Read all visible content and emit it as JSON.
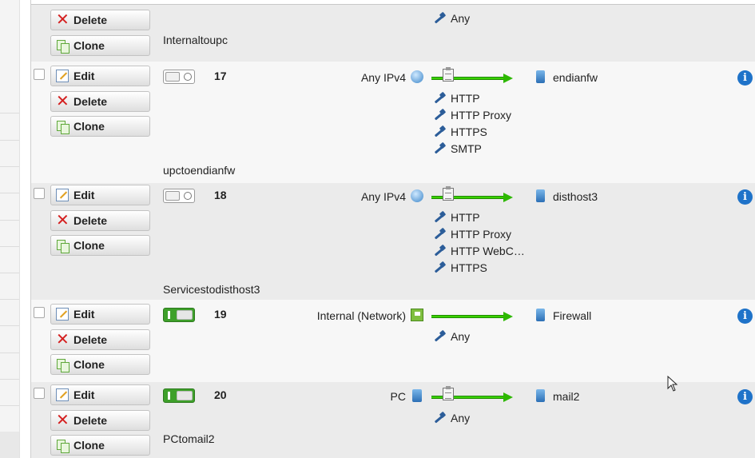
{
  "buttons": {
    "edit": "Edit",
    "delete": "Delete",
    "clone": "Clone"
  },
  "top_partial": {
    "service": "Any",
    "name": "Internaltoupc"
  },
  "rows": [
    {
      "number": "17",
      "enabled": false,
      "source": "Any IPv4",
      "source_icon": "globe-icon",
      "destination": "endianfw",
      "services": [
        "HTTP",
        "HTTP Proxy",
        "HTTPS",
        "SMTP"
      ],
      "name": "upctoendianfw"
    },
    {
      "number": "18",
      "enabled": false,
      "source": "Any IPv4",
      "source_icon": "globe-icon",
      "destination": "disthost3",
      "services": [
        "HTTP",
        "HTTP Proxy",
        "HTTP WebC…",
        "HTTPS"
      ],
      "name": "Servicestodisthost3"
    },
    {
      "number": "19",
      "enabled": true,
      "source": "Internal (Network)",
      "source_icon": "network-flag-icon",
      "destination": "Firewall",
      "services": [
        "Any"
      ],
      "name": ""
    },
    {
      "number": "20",
      "enabled": true,
      "source": "PC",
      "source_icon": "pc-icon",
      "destination": "mail2",
      "services": [
        "Any"
      ],
      "name": "PCtomail2"
    }
  ],
  "colors": {
    "enabled_toggle": "#3ea02a",
    "arrow": "#3ad100",
    "info": "#1f73c9",
    "delete_icon": "#d42020"
  }
}
